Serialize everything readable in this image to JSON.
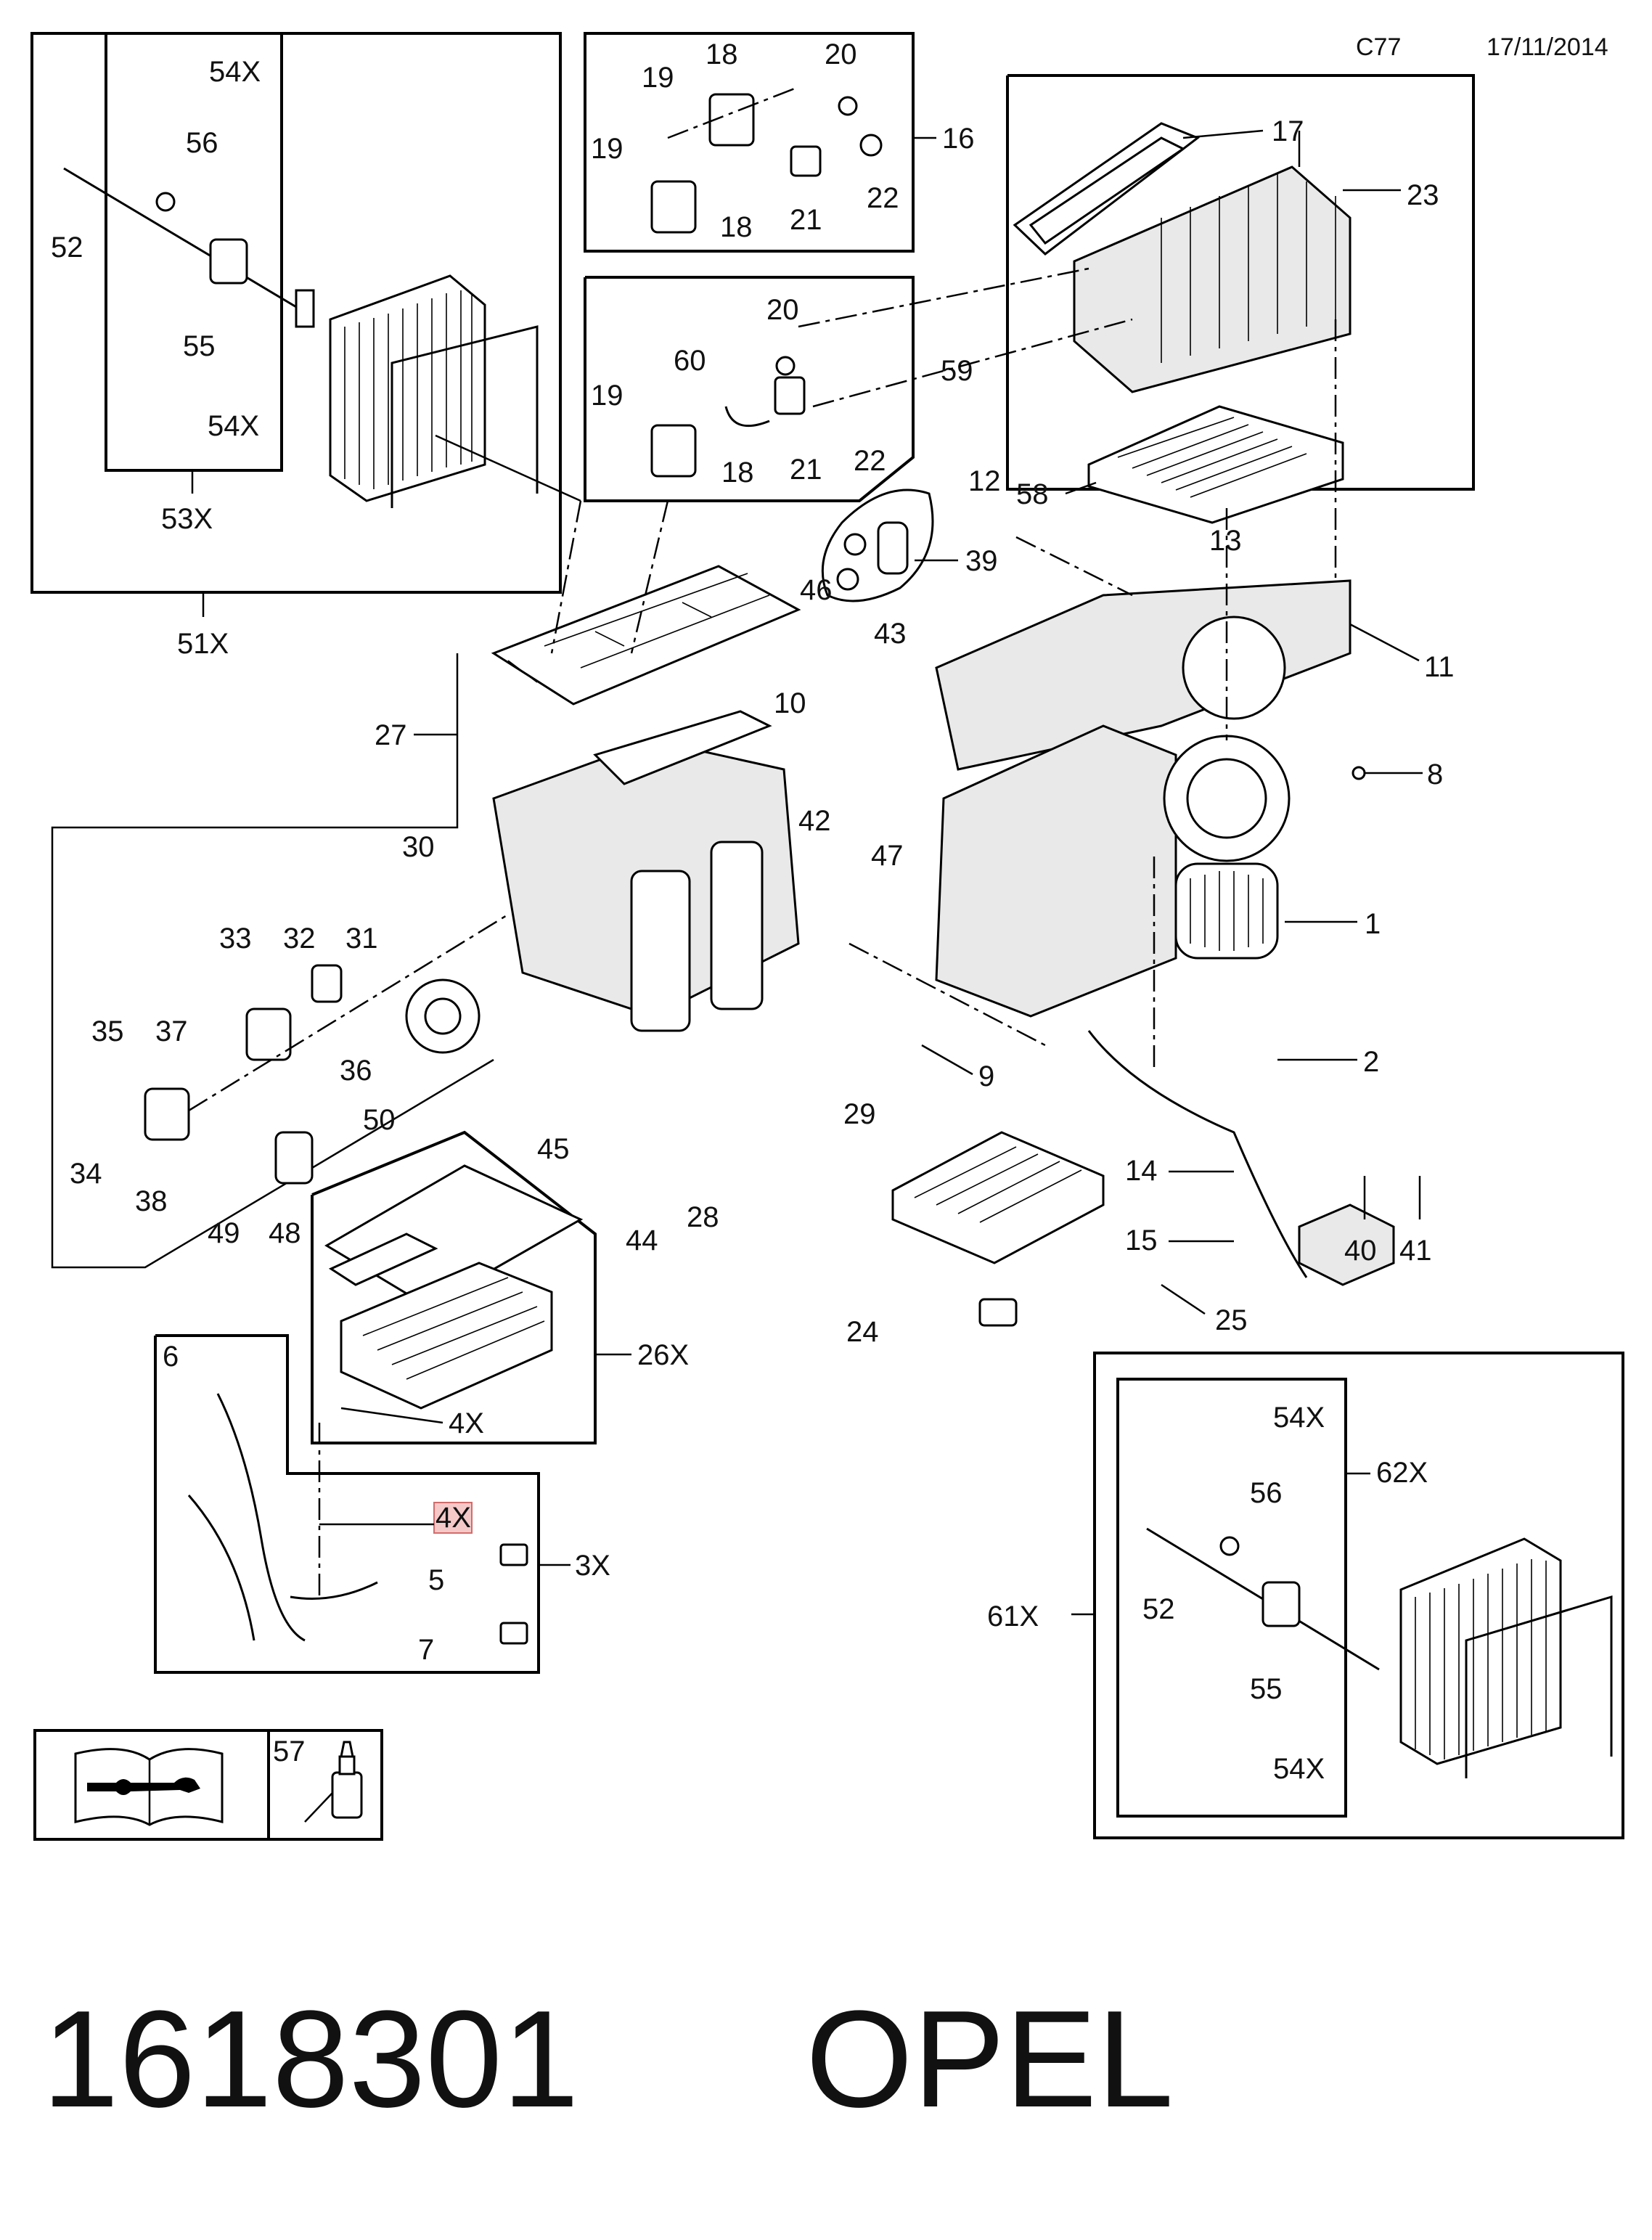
{
  "header": {
    "code": "C77",
    "date": "17/11/2014"
  },
  "footer": {
    "part_number": "1618301",
    "brand": "OPEL"
  },
  "callouts": {
    "c1": "1",
    "c2": "2",
    "c3x": "3X",
    "c4x_a": "4X",
    "c4x_b": "4X",
    "c5": "5",
    "c6": "6",
    "c7": "7",
    "c8": "8",
    "c9": "9",
    "c10": "10",
    "c11": "11",
    "c12": "12",
    "c13": "13",
    "c14": "14",
    "c15": "15",
    "c16": "16",
    "c17": "17",
    "c18a": "18",
    "c18b": "18",
    "c18c": "18",
    "c19a": "19",
    "c19b": "19",
    "c19c": "19",
    "c20a": "20",
    "c20b": "20",
    "c21a": "21",
    "c21b": "21",
    "c22a": "22",
    "c22b": "22",
    "c23": "23",
    "c24": "24",
    "c25": "25",
    "c26x": "26X",
    "c27": "27",
    "c28": "28",
    "c29": "29",
    "c30": "30",
    "c31": "31",
    "c32": "32",
    "c33": "33",
    "c34": "34",
    "c35": "35",
    "c36": "36",
    "c37": "37",
    "c38": "38",
    "c39": "39",
    "c40": "40",
    "c41": "41",
    "c42": "42",
    "c43": "43",
    "c44": "44",
    "c45": "45",
    "c46": "46",
    "c47": "47",
    "c48": "48",
    "c49": "49",
    "c50": "50",
    "c51x": "51X",
    "c52a": "52",
    "c52b": "52",
    "c53x": "53X",
    "c54x_a": "54X",
    "c54x_b": "54X",
    "c54x_c": "54X",
    "c54x_d": "54X",
    "c55a": "55",
    "c55b": "55",
    "c56a": "56",
    "c56b": "56",
    "c57": "57",
    "c58": "58",
    "c59": "59",
    "c60": "60",
    "c61x": "61X",
    "c62x": "62X"
  },
  "icons": {
    "manual": "open-book-wrench-icon",
    "fluid": "oil-bottle-icon"
  },
  "colors": {
    "line": "#000000",
    "highlight": "#f6c9c9",
    "highlight_stroke": "#d46b6b"
  }
}
